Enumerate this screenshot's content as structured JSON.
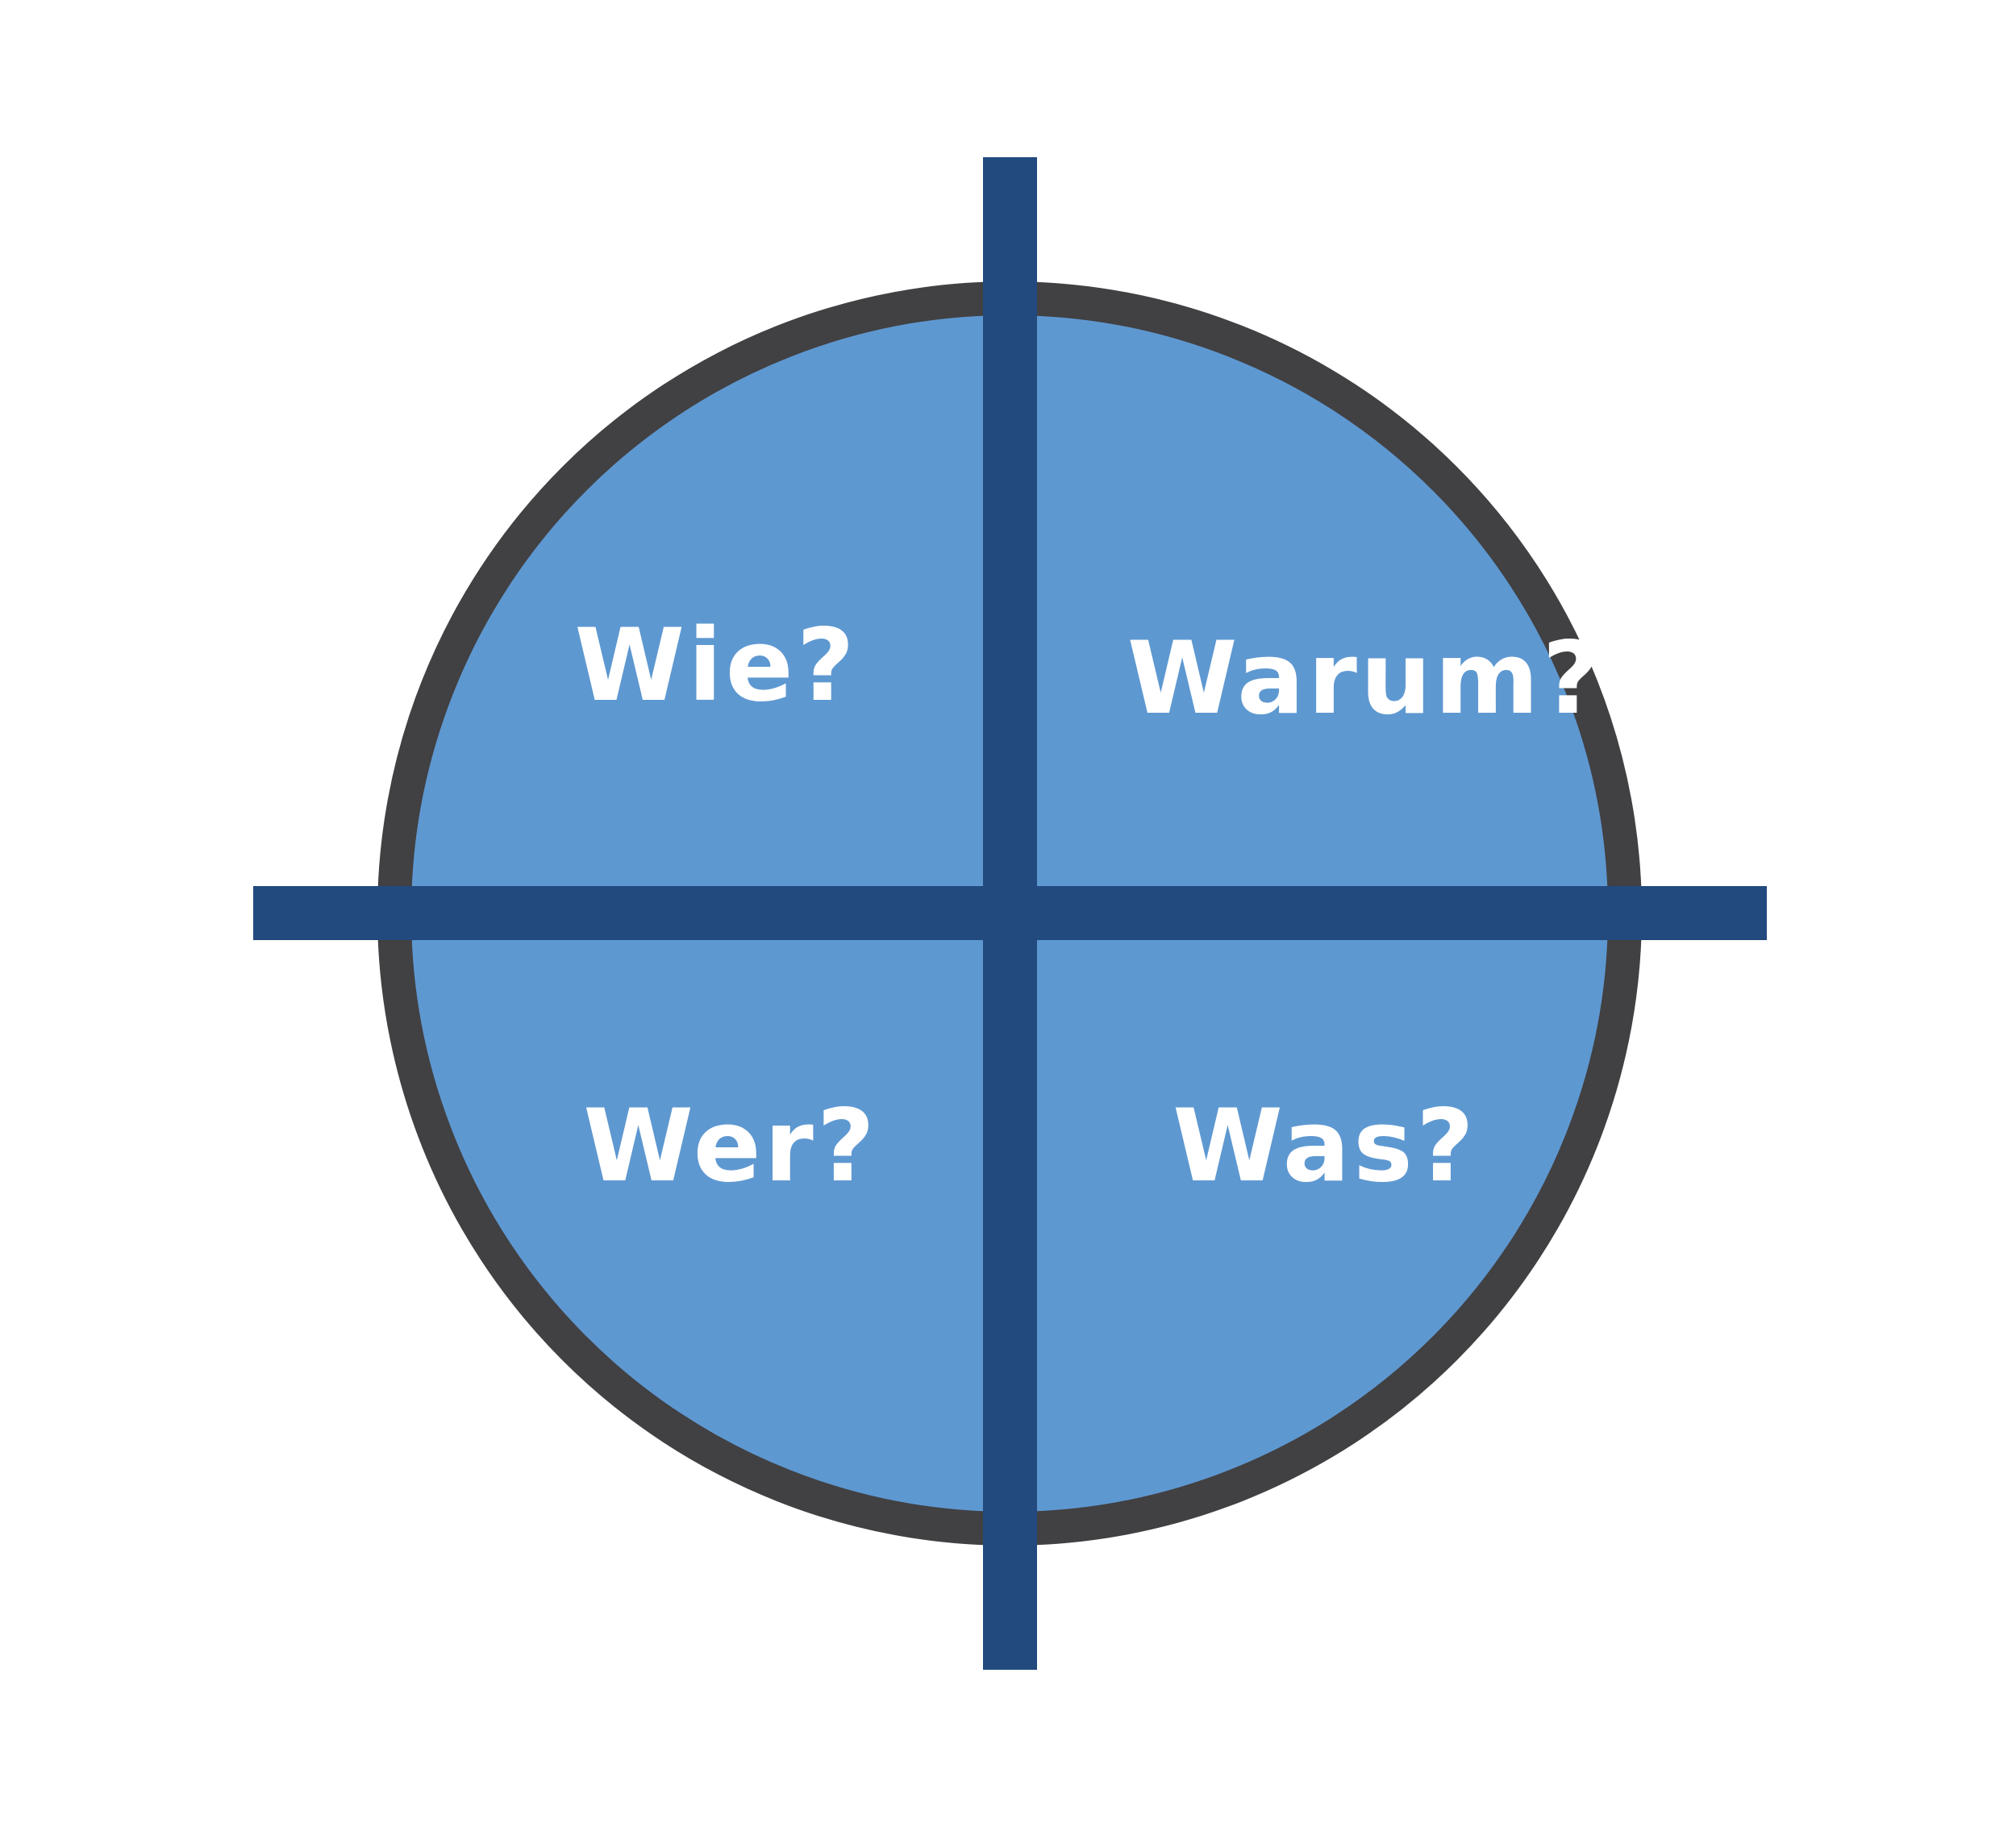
{
  "colors": {
    "background": "#ffffff",
    "circle_fill": "#5e98d1",
    "circle_stroke": "#414042",
    "cross": "#224a7f",
    "label": "#ffffff"
  },
  "quadrants": {
    "top_left": "Wie?",
    "top_right": "Warum?",
    "bottom_left": "Wer?",
    "bottom_right": "Was?"
  }
}
